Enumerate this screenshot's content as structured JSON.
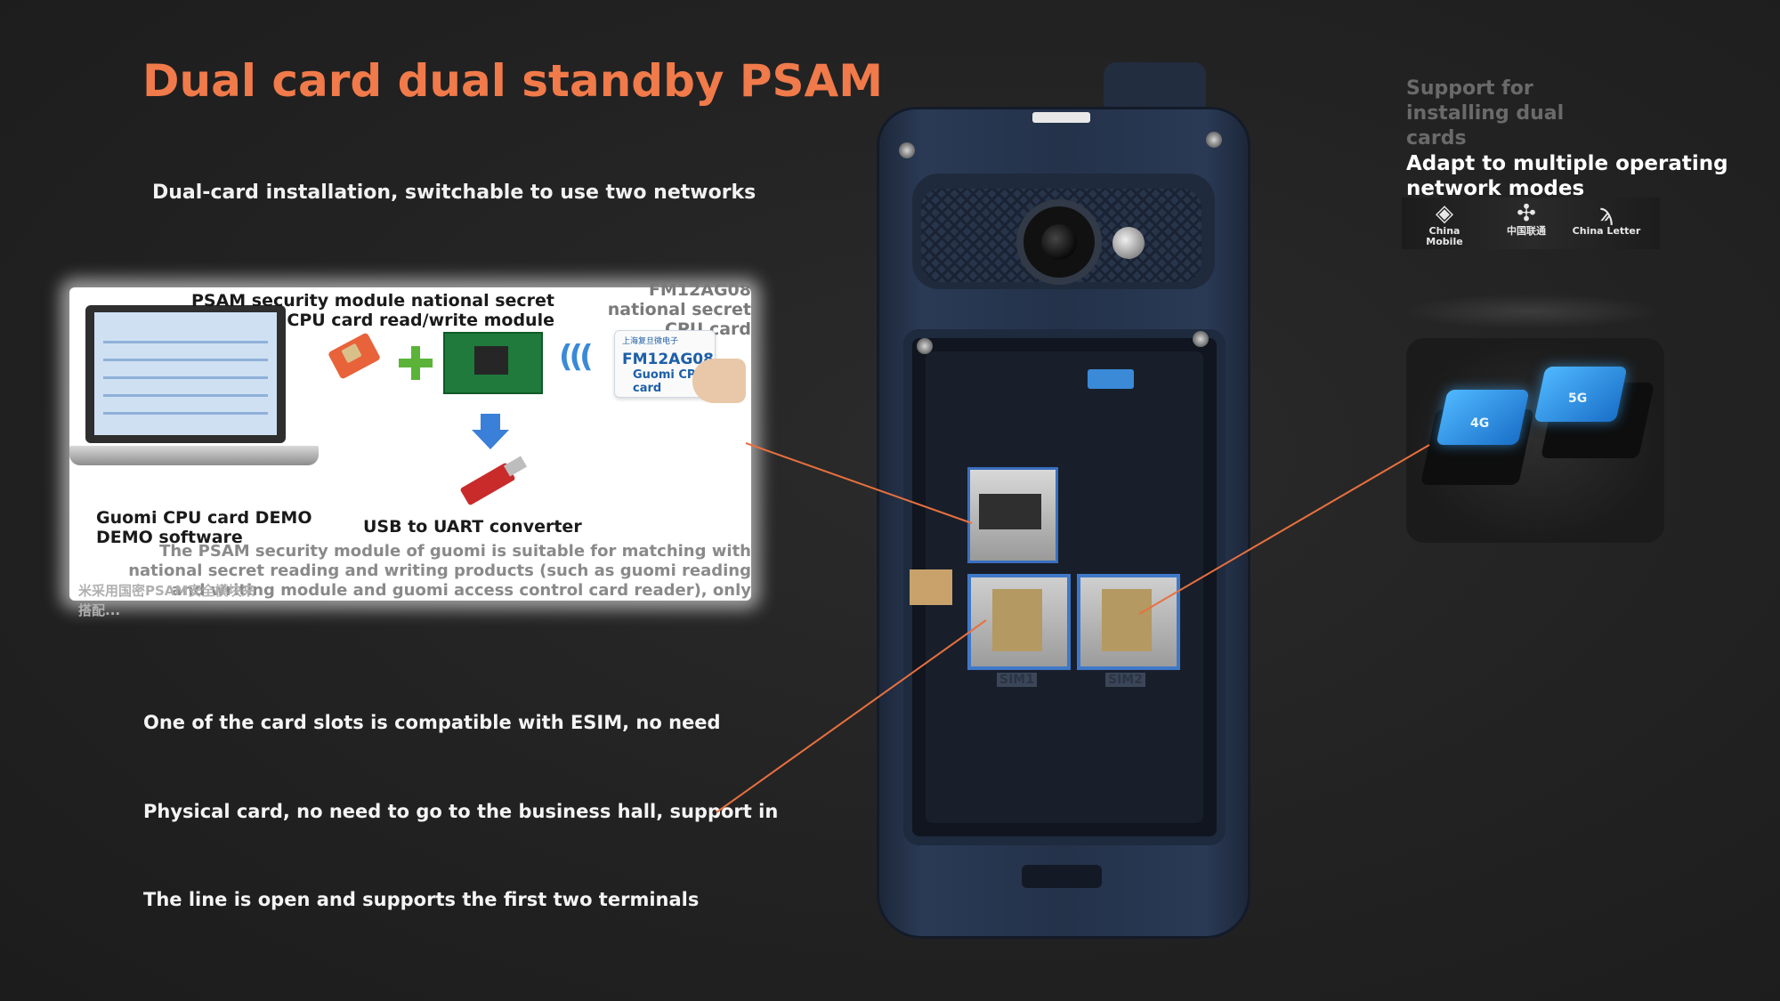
{
  "title": "Dual card dual standby PSAM",
  "subtitle": "Dual-card installation, switchable to use two networks",
  "diagram": {
    "psam_module_label": "PSAM security module national secret CPU card read/write module",
    "chip_label": "FM12AG08 national secret CPU card",
    "card_brand": "上海复旦微电子",
    "card_name": "FM12AG08",
    "card_sub": "Guomi CPU card",
    "demo_software_label": "Guomi CPU card DEMO DEMO software",
    "usb_label": "USB to UART converter",
    "description": "The PSAM security module of guomi is suitable for matching with national secret reading and writing products (such as guomi reading and writing module and guomi access control card reader), only",
    "faded_chinese": "米采用国密PSAM安全模块来搭配..."
  },
  "features": [
    "One of the card slots is compatible with ESIM, no need",
    "Physical card, no need to go to the business hall, support in",
    "The line is open and supports the first two terminals"
  ],
  "phone": {
    "sim1_label": "SIM1",
    "sim2_label": "SIM2"
  },
  "right_panel": {
    "faded_text": "Support for installing dual cards",
    "main_text_line1": "Adapt to multiple operating",
    "main_text_line2": "network modes",
    "logos": [
      {
        "icon": "china-mobile-icon",
        "glyph": "◈",
        "name": "China Mobile"
      },
      {
        "icon": "china-unicom-icon",
        "glyph": "✣",
        "name": "中国联通"
      },
      {
        "icon": "china-telecom-icon",
        "glyph": "ϡ",
        "name": "China Letter"
      }
    ],
    "chip_text_1": "4G",
    "chip_text_2": "5G"
  },
  "colors": {
    "title": "#f07a4a",
    "leader_line": "#e8703f",
    "slot_border": "#3f78c8"
  }
}
